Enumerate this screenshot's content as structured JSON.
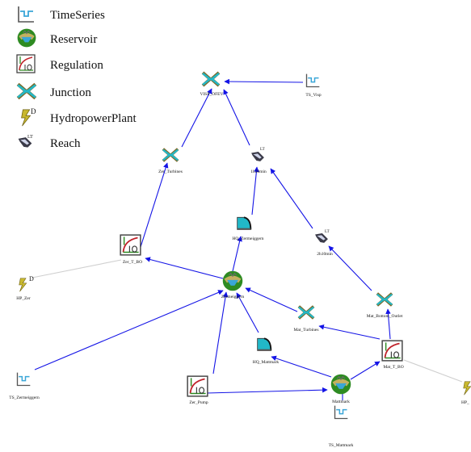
{
  "legend": {
    "timeseries": "TimeSeries",
    "reservoir": "Reservoir",
    "regulation": "Regulation",
    "junction": "Junction",
    "hydropowerplant": "HydropowerPlant",
    "reach": "Reach"
  },
  "badges": {
    "lt": "LT",
    "d": "D"
  },
  "nodes": {
    "visp_ofev": "VISP_OFEV",
    "ts_visp": "TS_Visp",
    "zer_turbines": "Zer_Turbines",
    "reach_1h30min": "1h30min",
    "hq_zermeiggern": "HQ_Zermeiggern",
    "reach_2h10min": "2h10min",
    "zer_t_bo": "Zer_T_BO",
    "hp_zer": "HP_Zer",
    "zermeiggern": "Zermeiggern",
    "mat_bottom_outlet": "Mat_Bottom_Outlet",
    "mat_turbines": "Mat_Turbines",
    "hq_mattmark": "HQ_Mattmark",
    "mat_t_bo": "Mat_T_BO",
    "ts_zermeiggern": "TS_Zermeiggern",
    "zer_pump": "Zer_Pump",
    "mattmark": "Mattmark",
    "hp_mat": "HP_",
    "ts_mattmark": "TS_Mattmark"
  },
  "colors": {
    "edge": "#1414e6",
    "edge_grey": "#cfcfcf",
    "junction": "#22b8c8",
    "reservoir_green": "#2e8b22",
    "regulation_red": "#c0222a",
    "hydropower": "#c8b830",
    "reach": "#3a3a48",
    "timeseries": "#3aa6d8"
  }
}
